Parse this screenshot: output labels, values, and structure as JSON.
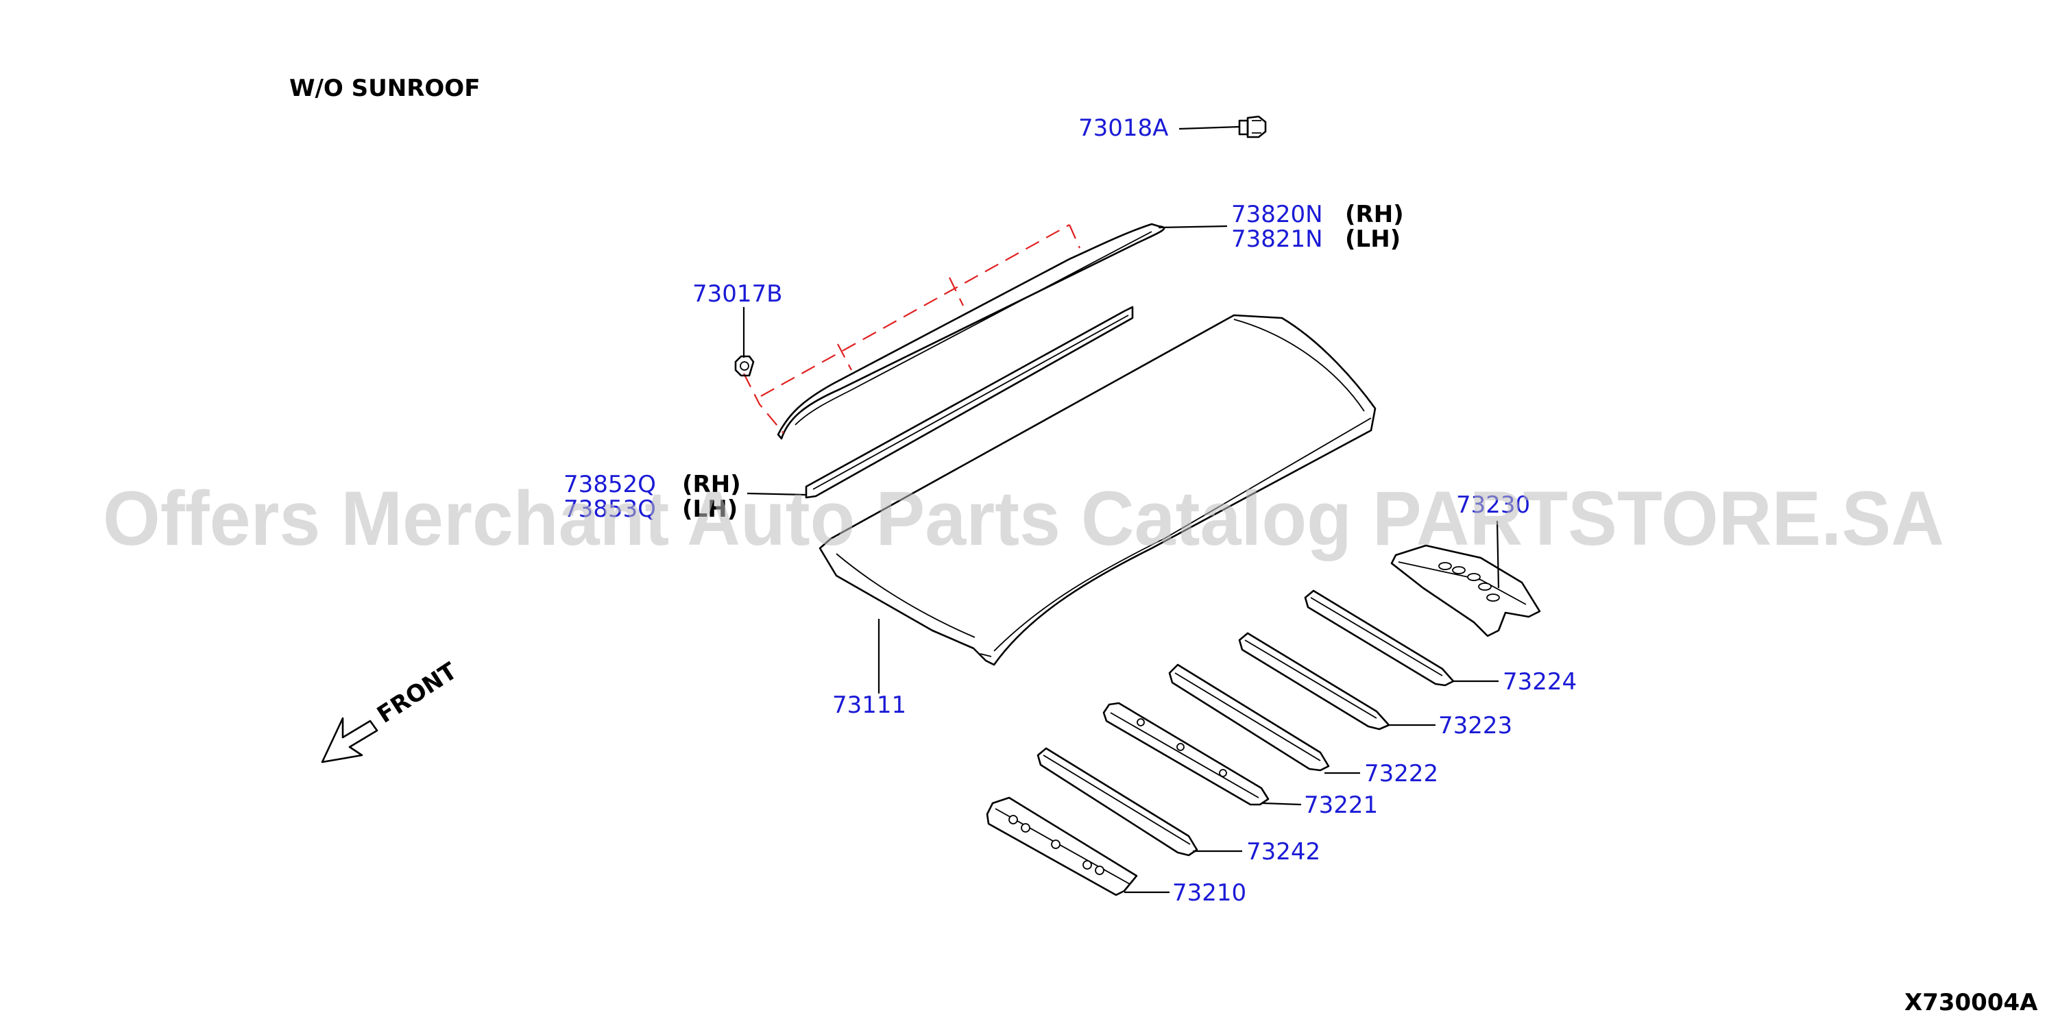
{
  "variant_label": "W/O SUNROOF",
  "diagram_code": "X730004A",
  "watermark": "Offers Merchant Auto Parts Catalog PARTSTORE.SA",
  "direction": {
    "label": "FRONT",
    "icon": "front-arrow-icon"
  },
  "parts": {
    "p73018A": "73018A",
    "p73820N": "73820N",
    "p73821N": "73821N",
    "p73017B": "73017B",
    "p73852Q": "73852Q",
    "p73853Q": "73853Q",
    "p73230": "73230",
    "p73111": "73111",
    "p73224": "73224",
    "p73223": "73223",
    "p73222": "73222",
    "p73221": "73221",
    "p73242": "73242",
    "p73210": "73210"
  },
  "sides": {
    "rh": "(RH)",
    "lh": "(LH)"
  },
  "colors": {
    "part_number": "#1a1ad6",
    "dashed_guide": "#e02020",
    "watermark": "#bdbdbd"
  }
}
